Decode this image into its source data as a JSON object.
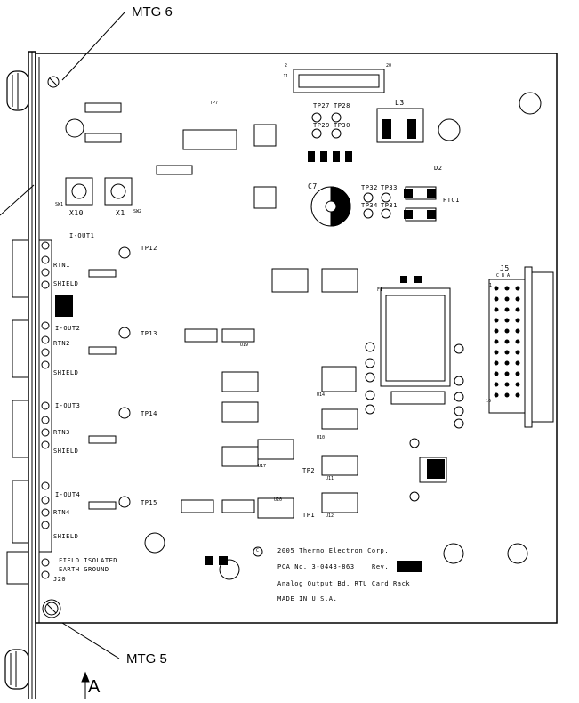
{
  "callouts": {
    "mtg6": "MTG 6",
    "mtg5": "MTG 5",
    "arrow_a": "A"
  },
  "board_notes": {
    "line1": "2005 Thermo Electron Corp.",
    "line2_prefix": "PCA No. 3-0443-863",
    "line2_rev": "Rev.",
    "line3": "Analog Output Bd, RTU Card Rack",
    "line4": "MADE IN U.S.A.",
    "copyright_symbol": "C"
  },
  "channels": [
    {
      "out": "I-OUT1",
      "rtn": "RTN1",
      "shield": "SHIELD",
      "tp": "TP12"
    },
    {
      "out": "I-OUT2",
      "rtn": "RTN2",
      "shield": "SHIELD",
      "tp": "TP13"
    },
    {
      "out": "I-OUT3",
      "rtn": "RTN3",
      "shield": "SHIELD",
      "tp": "TP14"
    },
    {
      "out": "I-OUT4",
      "rtn": "RTN4",
      "shield": "SHIELD",
      "tp": "TP15"
    }
  ],
  "field_iso": {
    "line1": "FIELD ISOLATED",
    "line2": "EARTH GROUND"
  },
  "labels": {
    "x10": "X10",
    "x1": "X1",
    "l3": "L3",
    "c7": "C7",
    "j5": "J5",
    "j1": "J1",
    "j20": "J20",
    "tp27": "TP27",
    "tp28": "TP28",
    "tp29": "TP29",
    "tp30": "TP30",
    "tp32": "TP32",
    "tp33": "TP33",
    "tp34": "TP34",
    "tp31": "TP31",
    "ptc1": "PTC1",
    "d2": "D2",
    "sw1": "SW1",
    "sw2": "SW2",
    "f1": "F1",
    "tp7": "TP7",
    "tp1": "TP1",
    "tp2": "TP2",
    "u14": "U14",
    "u17": "U17",
    "u19": "U19",
    "u20": "U20",
    "u12": "U12",
    "u11": "U11",
    "u10": "U10"
  },
  "pin_labels": {
    "j1_pin2": "2",
    "j1_pin20": "20",
    "j5_c_b_a": "C B A",
    "j5_pin1": "1",
    "j5_pin16": "16"
  },
  "colors": {
    "ink": "#000000",
    "paper": "#ffffff"
  }
}
